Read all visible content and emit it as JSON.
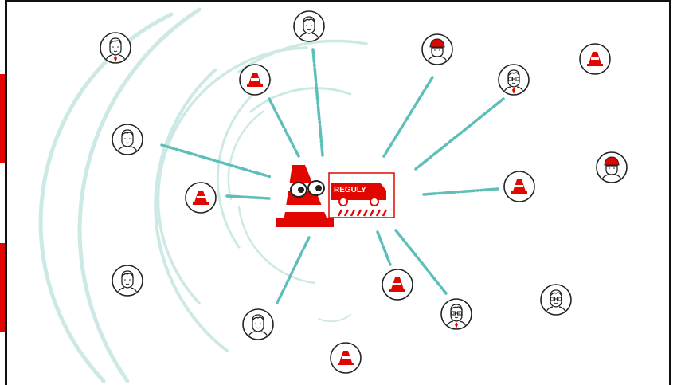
{
  "brand": {
    "logo_text": "REGULY"
  },
  "colors": {
    "accent": "#e10600",
    "link_line": "#5dbfb8",
    "ring": "#cce9e6",
    "outline": "#222222"
  },
  "nodes": [
    {
      "id": "man-tie-1",
      "icon": "man-with-tie-icon"
    },
    {
      "id": "man-1",
      "icon": "man-icon"
    },
    {
      "id": "worker-hardhat-1",
      "icon": "worker-hardhat-icon"
    },
    {
      "id": "cone-1",
      "icon": "traffic-cone-icon"
    },
    {
      "id": "man-glasses-tie-1",
      "icon": "man-glasses-tie-icon"
    },
    {
      "id": "cone-2",
      "icon": "traffic-cone-icon"
    },
    {
      "id": "man-2",
      "icon": "man-icon"
    },
    {
      "id": "cone-3",
      "icon": "traffic-cone-icon"
    },
    {
      "id": "worker-hardhat-2",
      "icon": "worker-hardhat-icon"
    },
    {
      "id": "cone-4",
      "icon": "traffic-cone-icon"
    },
    {
      "id": "man-3",
      "icon": "man-icon"
    },
    {
      "id": "cone-5",
      "icon": "traffic-cone-icon"
    },
    {
      "id": "man-glasses-tie-2",
      "icon": "man-glasses-tie-icon"
    },
    {
      "id": "man-glasses-1",
      "icon": "man-glasses-icon"
    },
    {
      "id": "man-4",
      "icon": "man-icon"
    },
    {
      "id": "cone-6",
      "icon": "traffic-cone-icon"
    }
  ]
}
